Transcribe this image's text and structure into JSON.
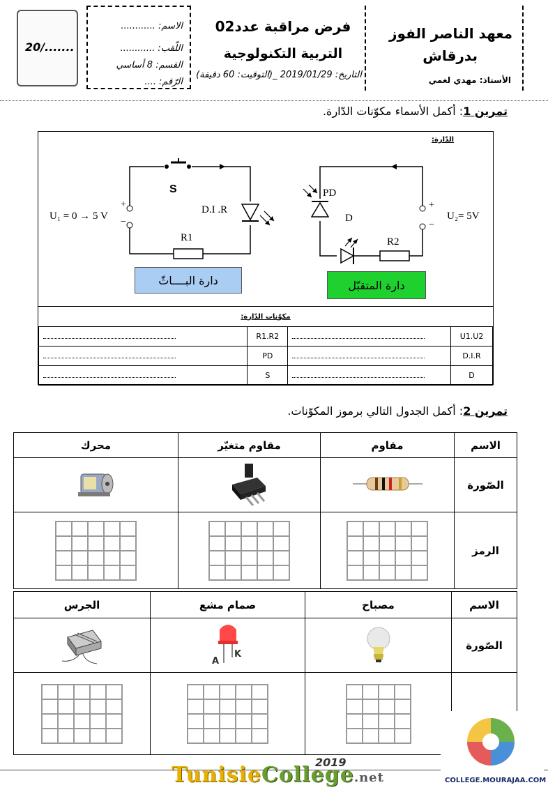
{
  "header": {
    "school_line1": "معهد الناصر الفوز",
    "school_line2": "بدرقاش",
    "teacher": "الأستاذ: مهدي لغمي",
    "exam_title": "فرض مراقبة عدد02",
    "subject": "التربية التكنولوجية",
    "date_line": "التاريخ: 2019/01/29 _(التوقيت: 60 دقيقة)",
    "name_label": "الاسم: ............",
    "surname_label": "اللّقب: ............",
    "class_label": "القسم: 8 أساسي",
    "number_label": "الرّقم: ....",
    "score": "20/......."
  },
  "exercise1": {
    "title": "تمرين 1",
    "instruction": ": أكمل الأسماء مكوّنات الدّارة.",
    "circuit_heading": "الدّارة:",
    "transmitter": {
      "label": "دارة البــــاثّ",
      "u1": "U₁ =  0 → 5 V",
      "s": "S",
      "dir": "D.I .R",
      "r1": "R1",
      "plus": "+",
      "minus": "−"
    },
    "receiver": {
      "label": "دارة المتقبّل",
      "u2": "U₂=  5V",
      "pd": "PD",
      "d": "D",
      "r2": "R2",
      "plus": "+",
      "minus": "−"
    },
    "components_heading": "مكوّنات الدّارة:",
    "rows": [
      {
        "a": "U1.U2",
        "b": "R1.R2"
      },
      {
        "a": "D.I.R",
        "b": "PD"
      },
      {
        "a": "D",
        "b": "S"
      }
    ]
  },
  "exercise2": {
    "title": "تمرين 2",
    "instruction": ": أكمل الجدول التالي برموز المكوّنات.",
    "row_name": "الاسم",
    "row_image": "الصّورة",
    "row_symbol": "الرمز",
    "table1_cols": [
      "مقاوم",
      "مقاوم متغيّر",
      "محرك"
    ],
    "table2_cols": [
      "مصباح",
      "صمام مشع",
      "الجرس"
    ],
    "led_a": "A",
    "led_k": "K"
  },
  "footer": {
    "logo": "TunisieCollege.net",
    "year": "2019",
    "watermark": "COLLEGE.MOURAJAA.COM"
  },
  "colors": {
    "transmitter_box": "#a9cdf3",
    "receiver_box": "#1fd12e"
  }
}
